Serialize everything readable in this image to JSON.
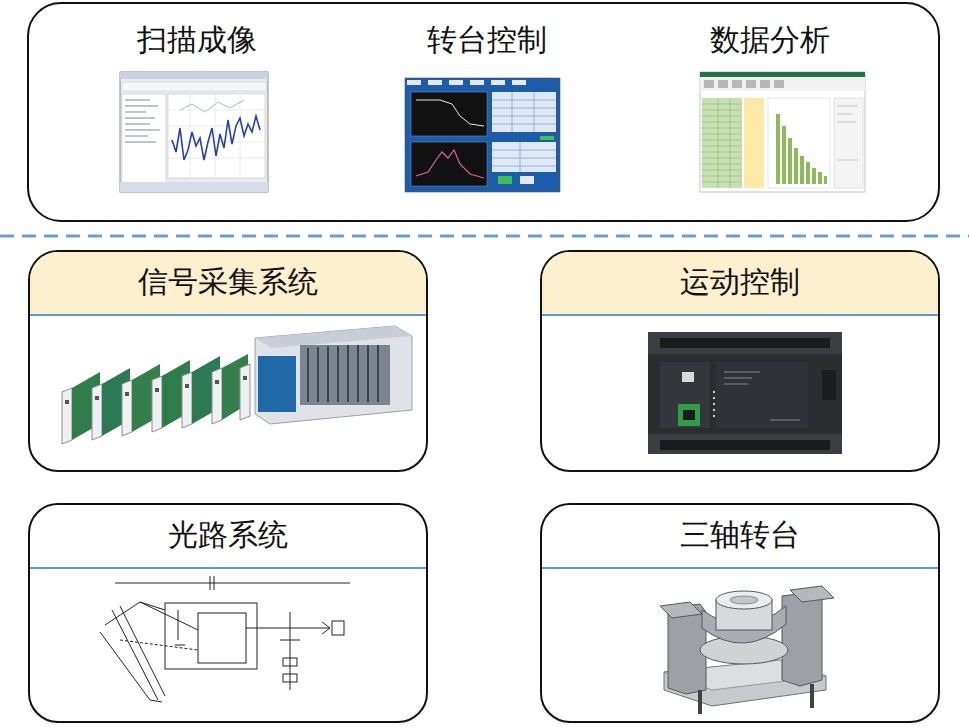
{
  "diagram": {
    "nodes": [
      {
        "text": [
          "扫描成像",
          "转台控制",
          "数据分析"
        ]
      },
      {
        "text": [
          "信号采集系统"
        ]
      },
      {
        "text": [
          "运动控制"
        ]
      },
      {
        "text": [
          "光路系统"
        ]
      },
      {
        "text": [
          "三轴转台"
        ]
      }
    ]
  }
}
